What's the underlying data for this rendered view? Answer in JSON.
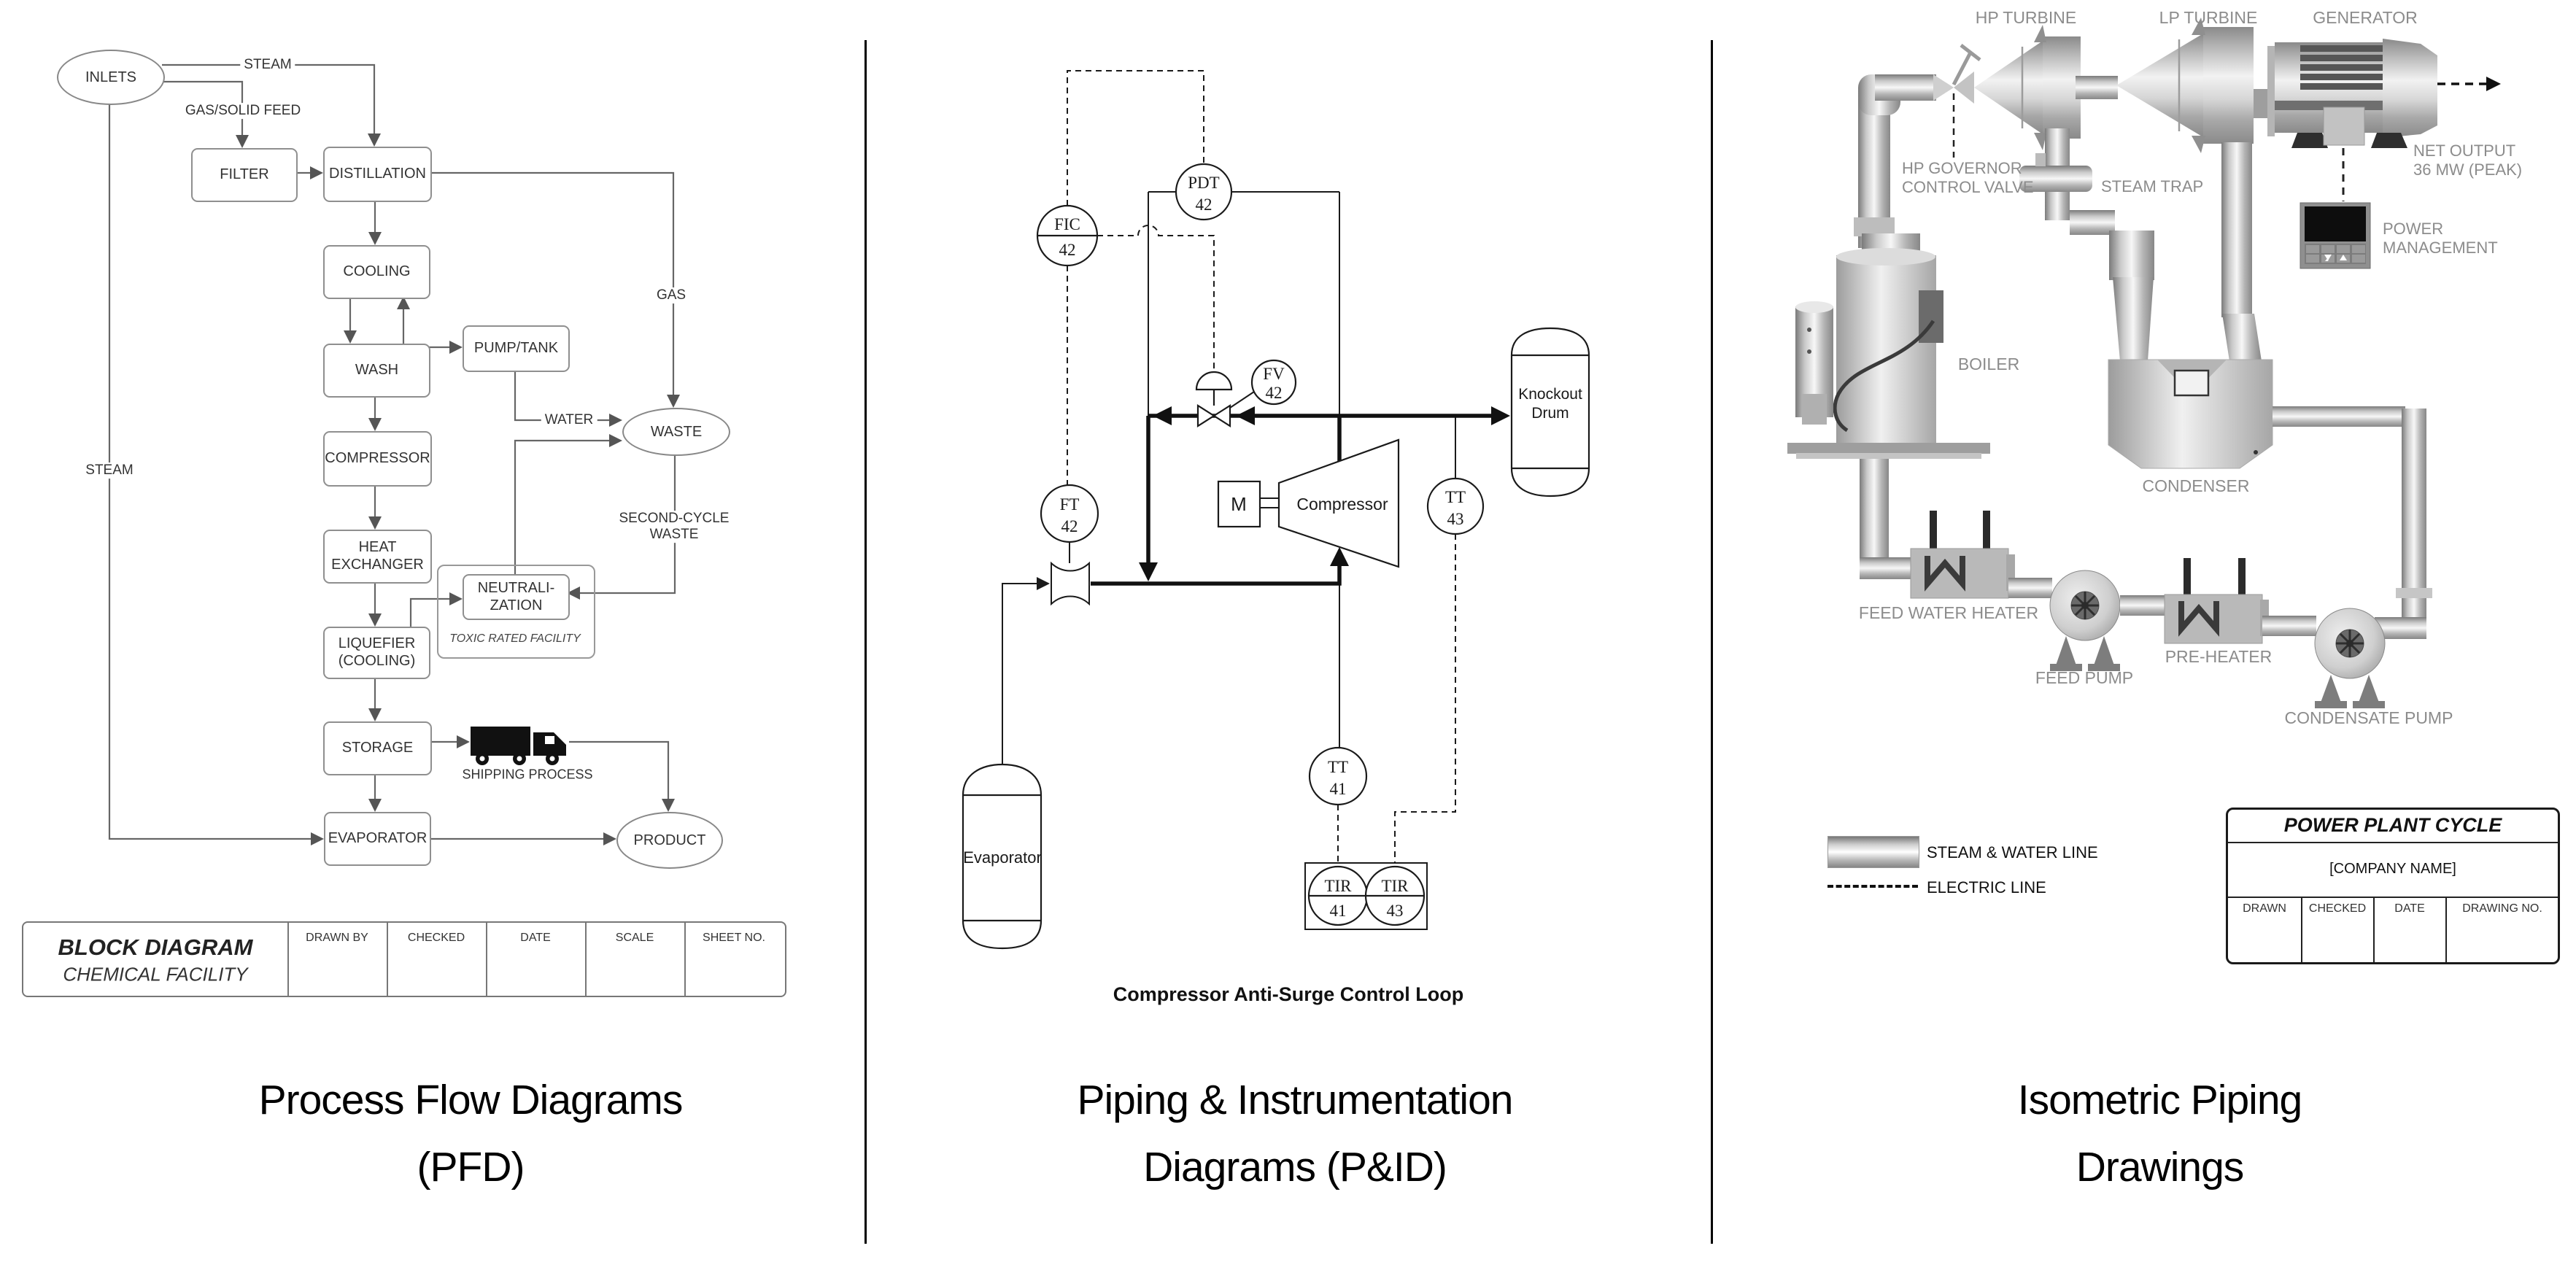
{
  "colors": {
    "line_gray": "#666666",
    "box_border": "#8f8f8f",
    "pid_black": "#1a1a1a",
    "iso_label_gray": "#8c8c8c",
    "pipe_mid": "#f5f5f5",
    "pipe_edge": "#7a7a7a"
  },
  "captions": {
    "pfd": [
      "Process Flow Diagrams",
      "(PFD)"
    ],
    "pid": [
      "Piping & Instrumentation",
      "Diagrams (P&ID)"
    ],
    "iso": [
      "Isometric Piping",
      "Drawings"
    ]
  },
  "pfd": {
    "nodes": {
      "inlets": "INLETS",
      "filter": "FILTER",
      "distillation": "DISTILLATION",
      "cooling": "COOLING",
      "wash": "WASH",
      "pump_tank": "PUMP/TANK",
      "compressor": "COMPRESSOR",
      "heat_exchanger": [
        "HEAT",
        "EXCHANGER"
      ],
      "liquefier": [
        "LIQUEFIER",
        "(COOLING)"
      ],
      "neutralization": [
        "NEUTRALI-",
        "ZATION"
      ],
      "storage": "STORAGE",
      "evaporator": "EVAPORATOR",
      "waste": "WASTE",
      "product": "PRODUCT"
    },
    "stream_labels": {
      "steam_top": "STEAM",
      "gas_solid_feed": "GAS/SOLID FEED",
      "gas": "GAS",
      "water": "WATER",
      "second_cycle_waste": [
        "SECOND-CYCLE",
        "WASTE"
      ],
      "steam_left": "STEAM",
      "toxic_facility": "TOXIC RATED FACILITY",
      "shipping": "SHIPPING PROCESS"
    },
    "title_block": {
      "title": "BLOCK DIAGRAM",
      "subtitle": "CHEMICAL FACILITY",
      "columns": [
        "DRAWN BY",
        "CHECKED",
        "DATE",
        "SCALE",
        "SHEET NO."
      ]
    }
  },
  "pid": {
    "instruments": {
      "fic": [
        "FIC",
        "42"
      ],
      "pdt": [
        "PDT",
        "42"
      ],
      "fv": [
        "FV",
        "42"
      ],
      "ft": [
        "FT",
        "42"
      ],
      "tt43": [
        "TT",
        "43"
      ],
      "tt41": [
        "TT",
        "41"
      ],
      "tir41": [
        "TIR",
        "41"
      ],
      "tir43": [
        "TIR",
        "43"
      ]
    },
    "equipment": {
      "motor": "M",
      "compressor": "Compressor",
      "knockout_drum": [
        "Knockout",
        "Drum"
      ],
      "evaporator": "Evaporator"
    },
    "caption": "Compressor Anti-Surge Control Loop"
  },
  "iso": {
    "labels": {
      "hp_turbine": "HP TURBINE",
      "lp_turbine": "LP TURBINE",
      "generator": "GENERATOR",
      "hp_governor": [
        "HP GOVERNOR",
        "CONTROL VALVE"
      ],
      "steam_trap": "STEAM TRAP",
      "net_output": [
        "NET OUTPUT",
        "36 MW (PEAK)"
      ],
      "power_management": [
        "POWER",
        "MANAGEMENT"
      ],
      "boiler": "BOILER",
      "condenser": "CONDENSER",
      "feed_water_heater": "FEED WATER HEATER",
      "feed_pump": "FEED PUMP",
      "pre_heater": "PRE-HEATER",
      "condensate_pump": "CONDENSATE PUMP"
    },
    "legend": {
      "steam_water": "STEAM & WATER LINE",
      "electric": "ELECTRIC LINE"
    },
    "title_block": {
      "title": "POWER PLANT CYCLE",
      "company": "[COMPANY NAME]",
      "columns": [
        "DRAWN",
        "CHECKED",
        "DATE",
        "DRAWING NO."
      ]
    }
  }
}
